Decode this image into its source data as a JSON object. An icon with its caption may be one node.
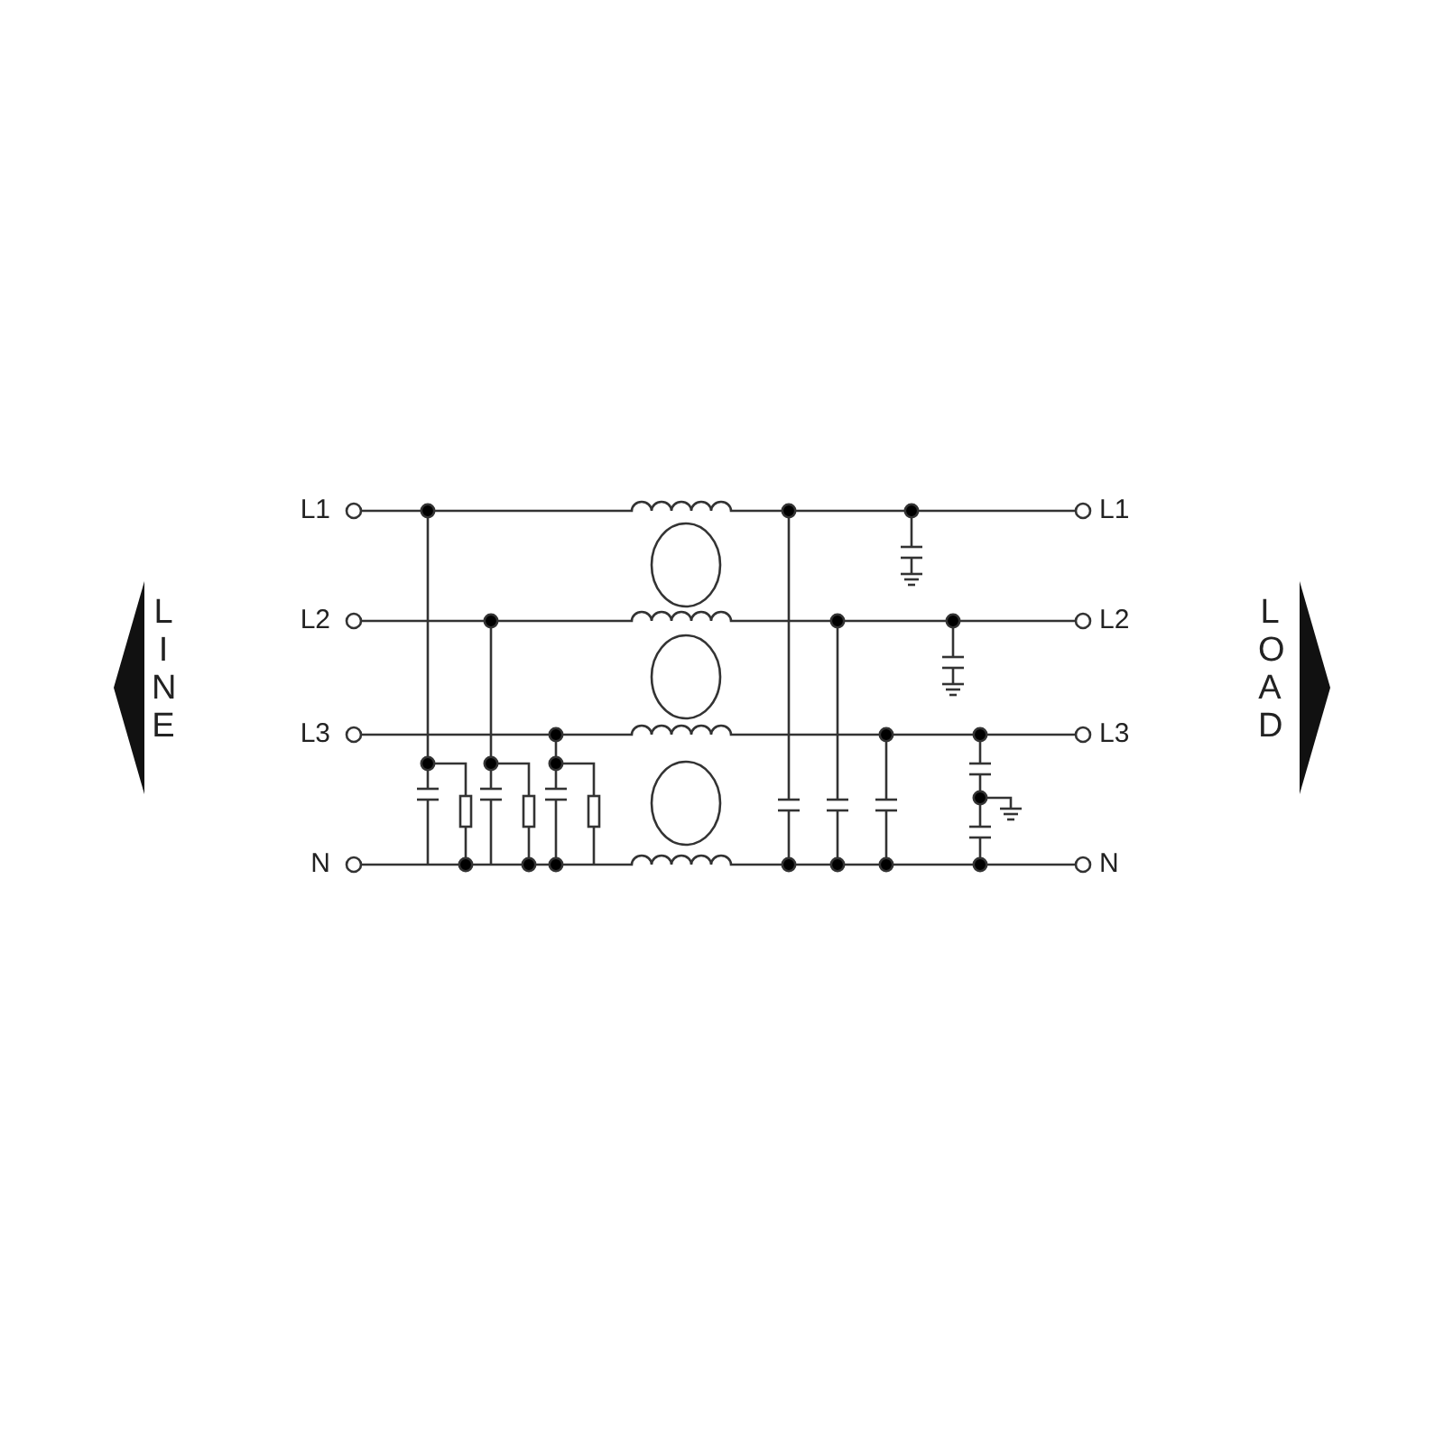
{
  "diagram": {
    "labels": [
      "L1",
      "L2",
      "L3",
      "N",
      "L1",
      "L2",
      "L3",
      "N",
      "LINE",
      "LOAD"
    ]
  }
}
